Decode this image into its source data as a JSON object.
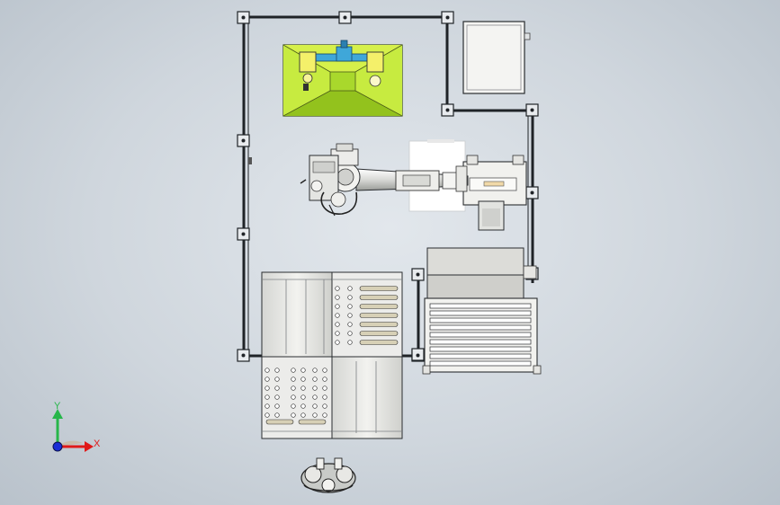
{
  "viewport": {
    "background": "#cfd6dd",
    "view": "top"
  },
  "colors": {
    "frame": "#1f2327",
    "fixture_bright": "#d6f04a",
    "fixture_mid": "#b9e23a",
    "fixture_dark": "#93c21d",
    "fixture_blue": "#3fa7d9",
    "part_yellow": "#f4f06a",
    "panel": "#f4f4f2",
    "table": "#e6e6e3",
    "axis_x": "#e01919",
    "axis_y": "#27b64a",
    "axis_z": "#1a2ed6"
  },
  "triad": {
    "x_label": "X",
    "y_label": "Y"
  }
}
